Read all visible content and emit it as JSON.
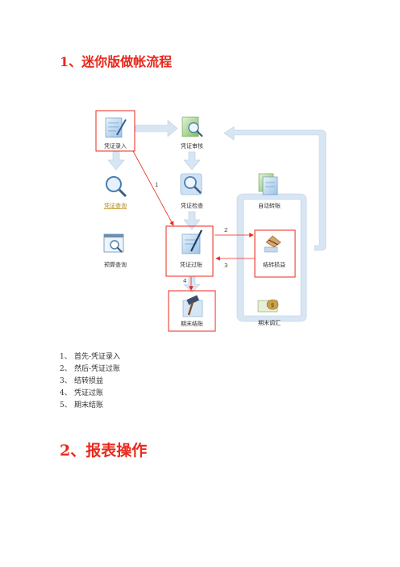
{
  "headings": {
    "section1": "1、迷你版做帐流程",
    "section2": "2、报表操作"
  },
  "diagram": {
    "nodes": {
      "voucher_entry": "凭证录入",
      "voucher_audit": "凭证审核",
      "voucher_query": "凭证查询",
      "voucher_check": "凭证检查",
      "budget_query": "预算查询",
      "voucher_post": "凭证过账",
      "auto_transfer": "自动转账",
      "carry_pnl": "结转损益",
      "period_close": "期末结账",
      "period_revalue": "期末调汇"
    },
    "edge_labels": {
      "e1": "1",
      "e2": "2",
      "e3": "3",
      "e4": "4"
    },
    "colors": {
      "highlight": "#e8291c",
      "pipe": "#d8e6f4",
      "pipe_edge": "#b9cde2"
    }
  },
  "steps": [
    {
      "num": "1、",
      "text": "首先-凭证录入"
    },
    {
      "num": "2、",
      "text": "然后-凭证过账"
    },
    {
      "num": "3、",
      "text": "结转损益"
    },
    {
      "num": "4、",
      "text": "凭证过账"
    },
    {
      "num": "5、",
      "text": "期末结账"
    }
  ]
}
